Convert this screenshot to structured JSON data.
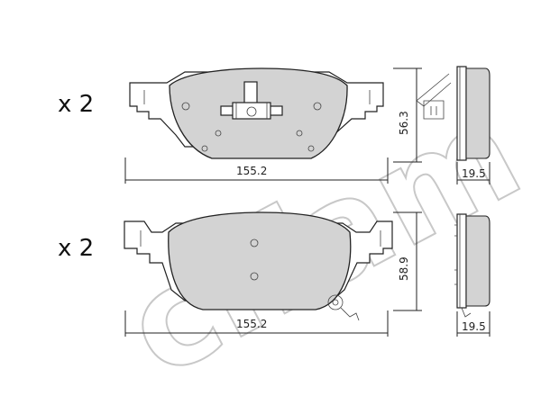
{
  "watermark": {
    "text": "cifam"
  },
  "pad_top": {
    "quantity": "x 2",
    "width_label": "155.2",
    "height_label": "56.3",
    "thickness_label": "19.5"
  },
  "pad_bottom": {
    "quantity": "x 2",
    "width_label": "155.2",
    "height_label": "58.9",
    "thickness_label": "19.5"
  }
}
